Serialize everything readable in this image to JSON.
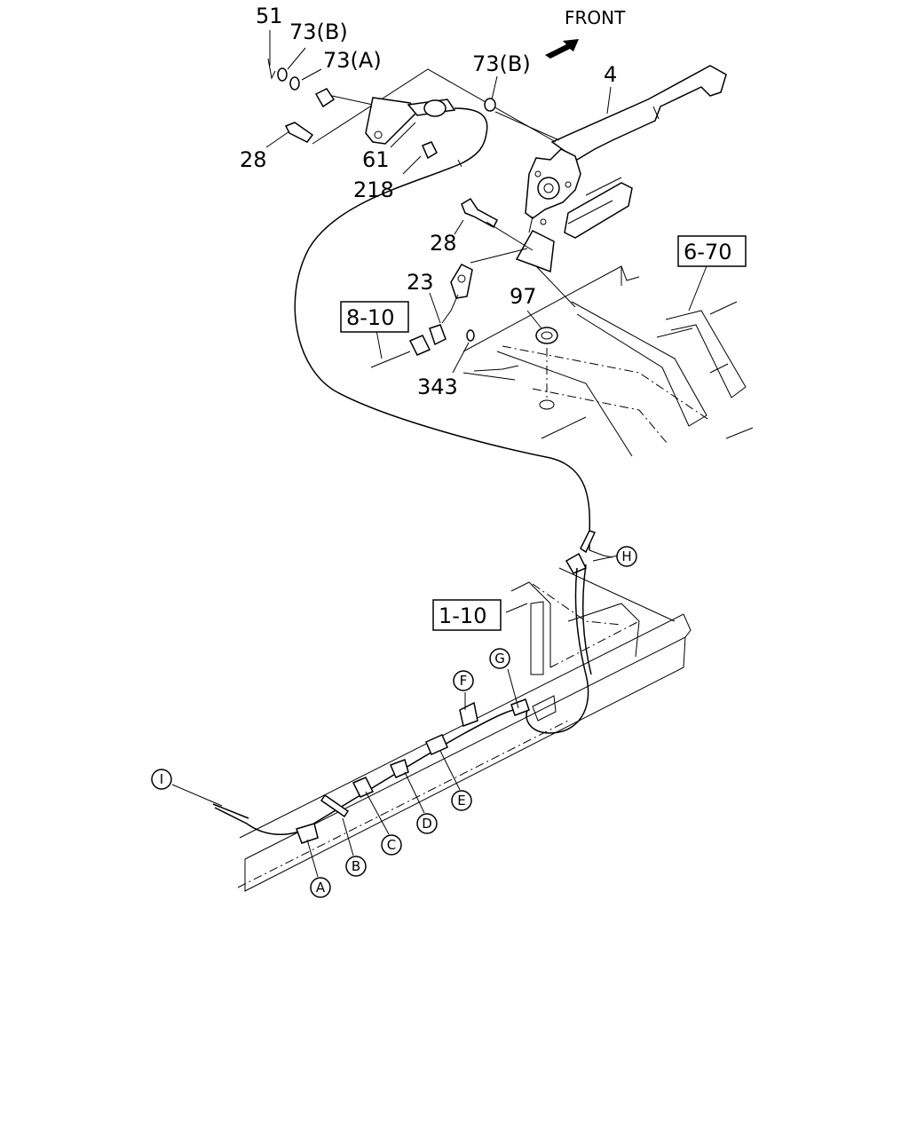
{
  "direction": {
    "label": "FRONT"
  },
  "part_numbers": {
    "p51": "51",
    "p73b_top": "73(B)",
    "p73a": "73(A)",
    "p73b_right": "73(B)",
    "p4": "4",
    "p28_top": "28",
    "p61": "61",
    "p218": "218",
    "p28_mid": "28",
    "p23": "23",
    "p97": "97",
    "p343": "343"
  },
  "references": {
    "r6_70": "6-70",
    "r8_10": "8-10",
    "r1_10": "1-10"
  },
  "clip_markers": {
    "H": "H",
    "G": "G",
    "F": "F",
    "E": "E",
    "D": "D",
    "C": "C",
    "B": "B",
    "A": "A",
    "I": "I"
  }
}
